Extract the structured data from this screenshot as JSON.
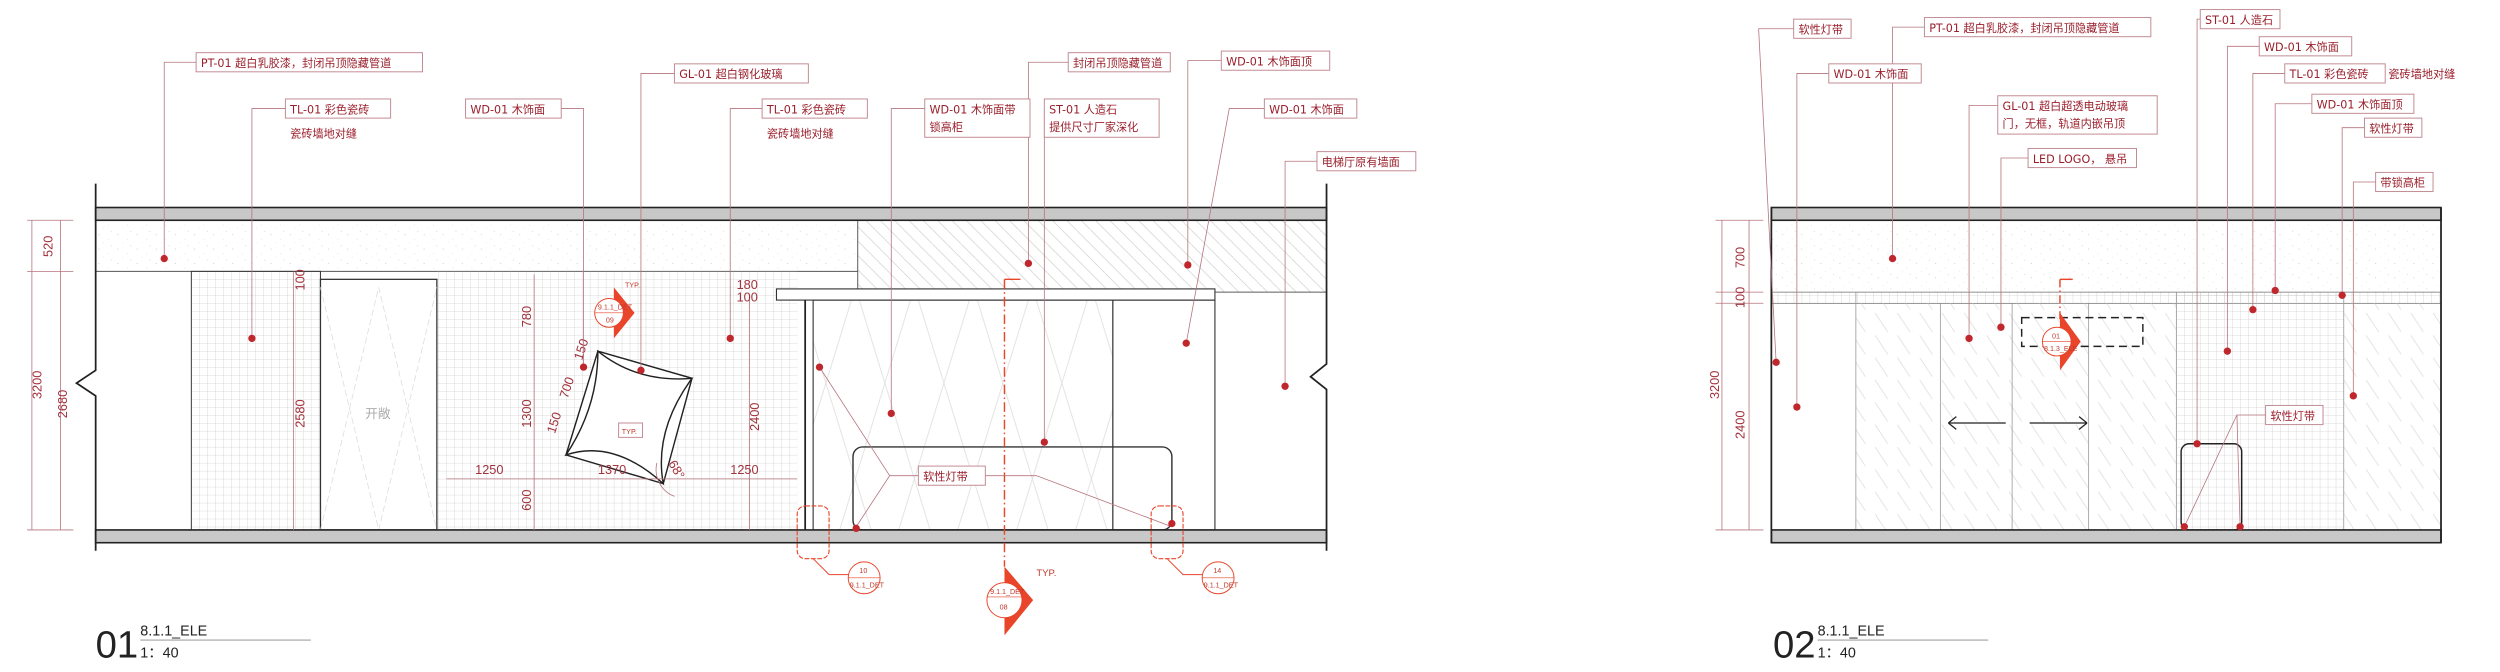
{
  "colors": {
    "annotation": "#9a1f2b",
    "leader": "#b5737c",
    "marker": "#e8452a",
    "slab": "#c8c8c8",
    "dot": "#c0272d"
  },
  "e1": {
    "number": "01",
    "ref": "8.1.1_ELE",
    "scale": "1：40",
    "labels": [
      {
        "line1": "PT-01 超白乳胶漆，封闭吊顶隐藏管道"
      },
      {
        "line1": "TL-01 彩色瓷砖",
        "note": "瓷砖墙地对缝"
      },
      {
        "line1": "WD-01 木饰面"
      },
      {
        "line1": "GL-01 超白钢化玻璃"
      },
      {
        "line1": "TL-01 彩色瓷砖",
        "note": "瓷砖墙地对缝"
      },
      {
        "line1": "WD-01 木饰面带",
        "line2": "锁高柜"
      },
      {
        "line1": "封闭吊顶隐藏管道"
      },
      {
        "line1": "ST-01 人造石",
        "line2": "提供尺寸厂家深化"
      },
      {
        "line1": "WD-01 木饰面顶"
      },
      {
        "line1": "WD-01 木饰面"
      },
      {
        "line1": "电梯厅原有墙面"
      },
      {
        "line1": "软性灯带"
      }
    ],
    "door_label": "开敞",
    "dimensions": {
      "d520": "520",
      "d3200": "3200",
      "d2680": "2680",
      "d100": "100",
      "d2580": "2580",
      "d780": "780",
      "d1300": "1300",
      "d600": "600",
      "d180": "180",
      "d100b": "100",
      "d2400": "2400",
      "d150a": "150",
      "d700": "700",
      "d150b": "150",
      "d1250a": "1250",
      "d1370": "1370",
      "d1250b": "1250",
      "angle": "68°"
    },
    "markers": [
      {
        "top": "TYP.",
        "sheet": "9.1.1_DET",
        "num": "09"
      },
      {
        "num": "10",
        "sheet": "9.1.1_DET"
      },
      {
        "top": "TYP.",
        "sheet": "9.1.1_DET",
        "num": "08"
      },
      {
        "num": "14",
        "sheet": "9.1.1_DET"
      }
    ],
    "typ_tag": "TYP."
  },
  "e2": {
    "number": "02",
    "ref": "8.1.1_ELE",
    "scale": "1：40",
    "labels": [
      {
        "line1": "软性灯带"
      },
      {
        "line1": "WD-01 木饰面"
      },
      {
        "line1": "PT-01 超白乳胶漆，封闭吊顶隐藏管道"
      },
      {
        "line1": "GL-01 超白超透电动玻璃",
        "line2": "门，无框，轨道内嵌吊顶"
      },
      {
        "line1": "LED LOGO， 悬吊"
      },
      {
        "line1": "ST-01 人造石"
      },
      {
        "line1": "WD-01 木饰面"
      },
      {
        "line1": "TL-01 彩色瓷砖",
        "note": "瓷砖墙地对缝"
      },
      {
        "line1": "WD-01 木饰面顶"
      },
      {
        "line1": "软性灯带"
      },
      {
        "line1": "带锁高柜"
      },
      {
        "line1": "软性灯带"
      }
    ],
    "dimensions": {
      "d700": "700",
      "d100": "100",
      "d3200": "3200",
      "d2400": "2400"
    },
    "marker": {
      "num": "01",
      "sheet": "8.1.3_ELE"
    }
  }
}
